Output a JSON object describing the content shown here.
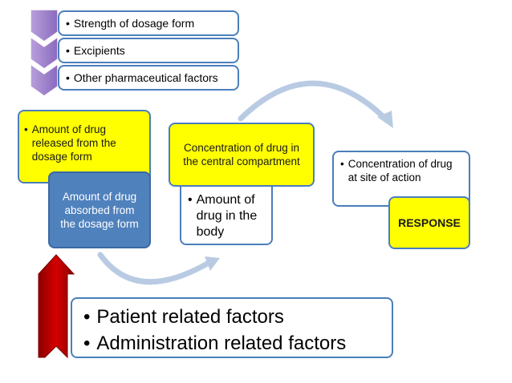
{
  "top_factors": [
    {
      "label": "Strength of dosage form"
    },
    {
      "label": "Excipients"
    },
    {
      "label": "Other pharmaceutical factors"
    }
  ],
  "nodes": {
    "released": "Amount of drug released from the dosage form",
    "absorbed": "Amount of drug absorbed from the dosage form",
    "central": "Concentration of drug in the central compartment",
    "body": "Amount of drug in the body",
    "site": "Concentration of drug at site of action",
    "response": "RESPONSE"
  },
  "bottom_factors": [
    {
      "label": "Patient related factors"
    },
    {
      "label": "Administration related factors"
    }
  ],
  "bullet": "•",
  "colors": {
    "yellow": "#ffff00",
    "blue_box": "#4f81bd",
    "border": "#4a7ebb",
    "chevron": "#9b7bc7",
    "arrow": "#b9cbe3",
    "red_arrow": "#c00000"
  }
}
